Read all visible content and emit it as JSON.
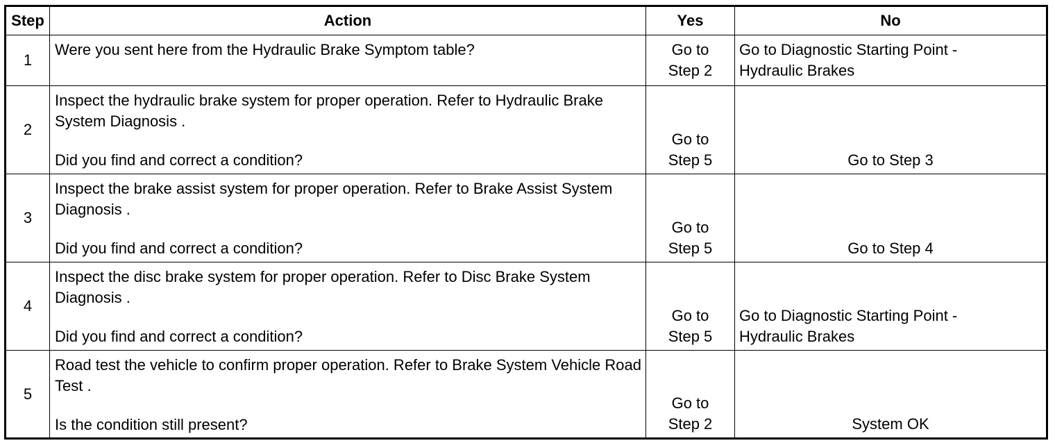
{
  "table": {
    "headers": {
      "step": "Step",
      "action": "Action",
      "yes": "Yes",
      "no": "No"
    },
    "rows": [
      {
        "step": "1",
        "action_line1": "Were you sent here from the Hydraulic Brake Symptom table?",
        "action_question": "",
        "yes": "Go to\nStep 2",
        "no": "Go to Diagnostic Starting Point -\nHydraulic Brakes"
      },
      {
        "step": "2",
        "action_line1": "Inspect the hydraulic brake system for proper operation. Refer to Hydraulic Brake System Diagnosis .",
        "action_question": "Did you find and correct a condition?",
        "yes": "Go to\nStep 5",
        "no": "Go to Step 3"
      },
      {
        "step": "3",
        "action_line1": "Inspect the brake assist system for proper operation. Refer to Brake Assist System Diagnosis .",
        "action_question": "Did you find and correct a condition?",
        "yes": "Go to\nStep 5",
        "no": "Go to Step 4"
      },
      {
        "step": "4",
        "action_line1": "Inspect the disc brake system for proper operation. Refer to Disc Brake System Diagnosis .",
        "action_question": "Did you find and correct a condition?",
        "yes": "Go to\nStep 5",
        "no": "Go to Diagnostic Starting Point -\nHydraulic Brakes"
      },
      {
        "step": "5",
        "action_line1": "Road test the vehicle to confirm proper operation. Refer to Brake System Vehicle Road Test .",
        "action_question": "Is the condition still present?",
        "yes": "Go to\nStep 2",
        "no": "System OK"
      }
    ]
  }
}
